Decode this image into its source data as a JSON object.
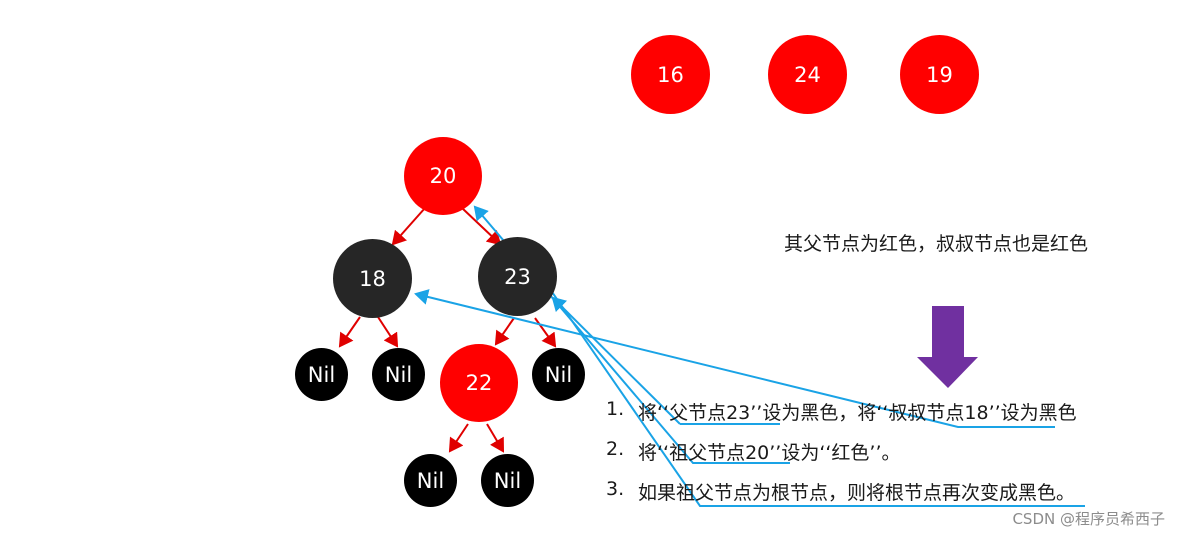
{
  "queue_nodes": [
    {
      "label": "16",
      "color": "#ff0000"
    },
    {
      "label": "24",
      "color": "#ff0000"
    },
    {
      "label": "19",
      "color": "#ff0000"
    }
  ],
  "tree": {
    "root": {
      "label": "20",
      "color": "#ff0000"
    },
    "parent": {
      "label": "23",
      "color": "#262626"
    },
    "uncle": {
      "label": "18",
      "color": "#262626"
    },
    "new_node": {
      "label": "22",
      "color": "#ff0000"
    },
    "nil_label": "Nil"
  },
  "caption": "其父节点为红色，叔叔节点也是红色",
  "steps": [
    {
      "num": "1.",
      "text": "将‘‘父节点23’’设为黑色，将‘‘叔叔节点18’’设为黑色"
    },
    {
      "num": "2.",
      "text": "将‘‘祖父节点20’’设为‘‘红色’’。"
    },
    {
      "num": "3.",
      "text": "如果祖父节点为根节点，则将根节点再次变成黑色。"
    }
  ],
  "watermark": "CSDN @程序员希西子",
  "colors": {
    "edge": "#e00000",
    "link": "#1aa3e6",
    "arrow": "#7030a0"
  }
}
